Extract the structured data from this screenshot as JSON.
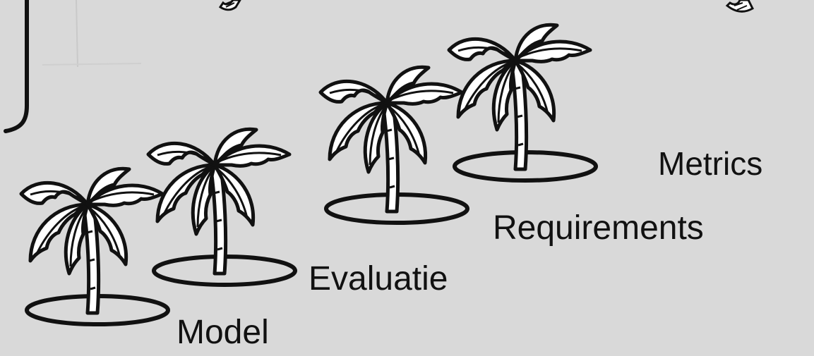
{
  "labels": {
    "model": "Model",
    "evaluatie": "Evaluatie",
    "requirements": "Requirements",
    "metrics": "Metrics"
  },
  "colors": {
    "background": "#d9d9d9",
    "line": "#111111",
    "fill": "#ffffff"
  },
  "icons": {
    "island": "palm-tree-island-icon",
    "bracket": "curly-bracket-icon",
    "scroll": "scroll-icon"
  }
}
